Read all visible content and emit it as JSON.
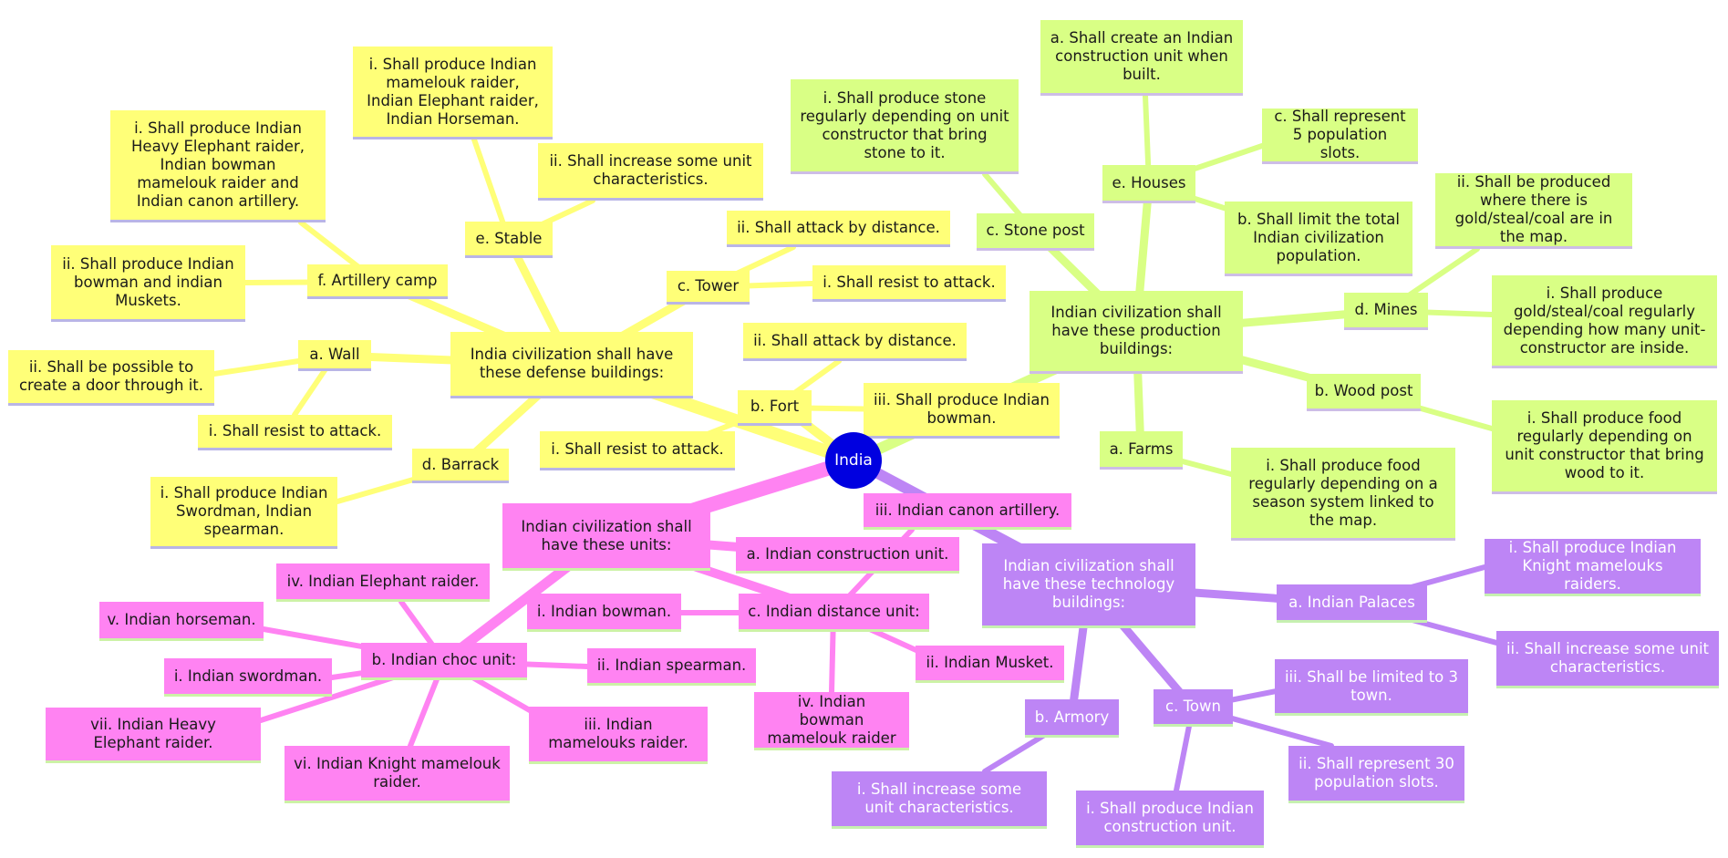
{
  "root": "India",
  "colors": {
    "defense": "#ffff78",
    "production": "#d9ff85",
    "units": "#ff83f2",
    "technology": "#bd85f5",
    "root": "#0000e0"
  },
  "defense": {
    "title": "India civilization shall have these defense buildings:",
    "wall": {
      "label": "a. Wall",
      "i": "i. Shall resist to attack.",
      "ii": "ii. Shall be possible to create a door through it."
    },
    "fort": {
      "label": "b. Fort",
      "i": "i. Shall resist to attack.",
      "ii": "ii. Shall attack by distance.",
      "iii": "iii. Shall produce Indian bowman."
    },
    "tower": {
      "label": "c. Tower",
      "i": "i. Shall resist to attack.",
      "ii": "ii. Shall attack by distance."
    },
    "barrack": {
      "label": "d. Barrack",
      "i": "i. Shall produce Indian Swordman, Indian spearman."
    },
    "stable": {
      "label": "e. Stable",
      "i": "i. Shall produce Indian mamelouk raider, Indian Elephant raider, Indian Horseman.",
      "ii": "ii. Shall increase some unit characteristics."
    },
    "artillery": {
      "label": "f. Artillery camp",
      "i": "i. Shall produce Indian Heavy Elephant raider, Indian bowman mamelouk raider and Indian canon artillery.",
      "ii": "ii. Shall produce Indian bowman and indian Muskets."
    }
  },
  "production": {
    "title": "Indian civilization shall have these production buildings:",
    "farms": {
      "label": "a. Farms",
      "i": "i. Shall produce food regularly depending on a season system linked to the map."
    },
    "wood": {
      "label": "b. Wood post",
      "i": "i. Shall produce food regularly depending on unit constructor that bring wood to it."
    },
    "stone": {
      "label": "c. Stone post",
      "i": "i. Shall produce stone regularly depending on unit constructor that bring stone to it."
    },
    "mines": {
      "label": "d. Mines",
      "i": "i. Shall produce gold/steal/coal regularly depending how many unit-constructor are inside.",
      "ii": "ii. Shall be produced where there is gold/steal/coal are in the map."
    },
    "houses": {
      "label": "e. Houses",
      "a": "a. Shall create an Indian construction unit when built.",
      "b": "b. Shall limit the total Indian civilization population.",
      "c": "c. Shall represent 5 population slots."
    }
  },
  "units": {
    "title": "Indian civilization shall have these units:",
    "construction": "a. Indian construction unit.",
    "choc": {
      "label": "b. Indian choc unit:",
      "i": "i. Indian swordman.",
      "ii": "ii. Indian spearman.",
      "iii": "iii. Indian mamelouks raider.",
      "iv": "iv. Indian Elephant raider.",
      "v": "v. Indian horseman.",
      "vi": "vi. Indian Knight mamelouk raider.",
      "vii": "vii. Indian Heavy Elephant raider."
    },
    "distance": {
      "label": "c. Indian distance unit:",
      "i": "i. Indian bowman.",
      "ii": "ii. Indian Musket.",
      "iii": "iii. Indian canon artillery.",
      "iv": "iv. Indian bowman mamelouk raider"
    }
  },
  "technology": {
    "title": "Indian civilization shall have these technology buildings:",
    "palaces": {
      "label": "a. Indian Palaces",
      "i": "i. Shall produce Indian Knight mamelouks raiders.",
      "ii": "ii. Shall increase some unit characteristics."
    },
    "armory": {
      "label": "b. Armory",
      "i": "i. Shall increase some unit characteristics."
    },
    "town": {
      "label": "c. Town",
      "i": "i. Shall produce Indian construction unit.",
      "ii": "ii. Shall represent 30 population slots.",
      "iii": "iii. Shall be limited to 3 town."
    }
  }
}
